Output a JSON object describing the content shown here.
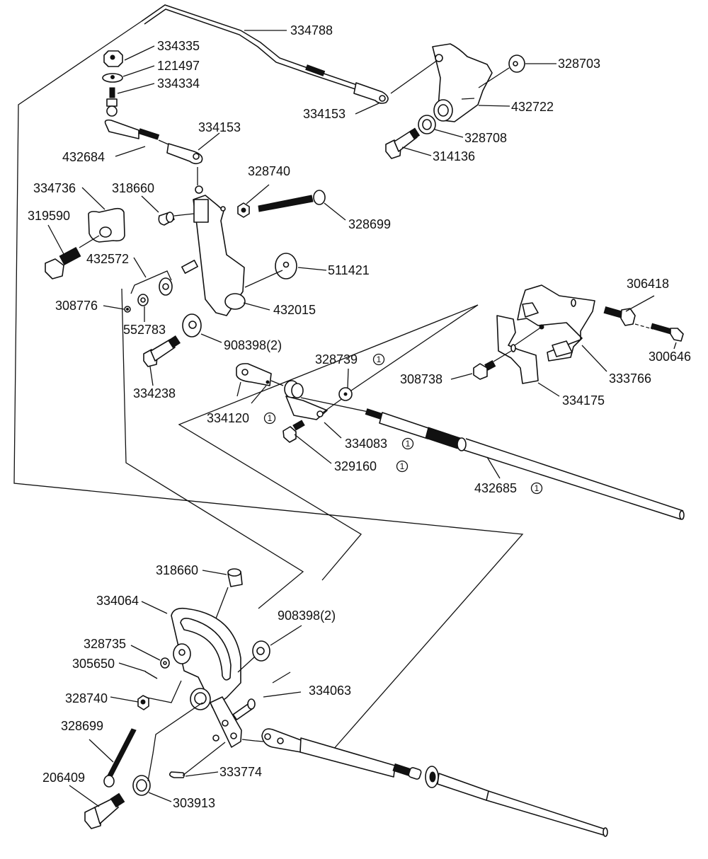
{
  "diagram": {
    "type": "exploded-parts-diagram",
    "footnote_symbol": "1",
    "labels": [
      {
        "id": "p334788",
        "text": "334788"
      },
      {
        "id": "p334335",
        "text": "334335"
      },
      {
        "id": "p121497",
        "text": "121497"
      },
      {
        "id": "p334334",
        "text": "334334"
      },
      {
        "id": "p334153a",
        "text": "334153"
      },
      {
        "id": "p334153b",
        "text": "334153"
      },
      {
        "id": "p432684",
        "text": "432684"
      },
      {
        "id": "p328703",
        "text": "328703"
      },
      {
        "id": "p432722",
        "text": "432722"
      },
      {
        "id": "p328708",
        "text": "328708"
      },
      {
        "id": "p314136",
        "text": "314136"
      },
      {
        "id": "p328740a",
        "text": "328740"
      },
      {
        "id": "p334736",
        "text": "334736"
      },
      {
        "id": "p318660a",
        "text": "318660"
      },
      {
        "id": "p319590",
        "text": "319590"
      },
      {
        "id": "p328699a",
        "text": "328699"
      },
      {
        "id": "p432572",
        "text": "432572"
      },
      {
        "id": "p511421",
        "text": "511421"
      },
      {
        "id": "p308776",
        "text": "308776"
      },
      {
        "id": "p432015",
        "text": "432015"
      },
      {
        "id": "p552783",
        "text": "552783"
      },
      {
        "id": "p908398a",
        "text": "908398(2)"
      },
      {
        "id": "p334238",
        "text": "334238"
      },
      {
        "id": "p306418",
        "text": "306418"
      },
      {
        "id": "p300646",
        "text": "300646"
      },
      {
        "id": "p328739",
        "text": "328739",
        "footnote": true
      },
      {
        "id": "p308738",
        "text": "308738"
      },
      {
        "id": "p333766",
        "text": "333766"
      },
      {
        "id": "p334175",
        "text": "334175"
      },
      {
        "id": "p334120",
        "text": "334120",
        "footnote": true
      },
      {
        "id": "p334083",
        "text": "334083",
        "footnote": true
      },
      {
        "id": "p329160",
        "text": "329160",
        "footnote": true
      },
      {
        "id": "p432685",
        "text": "432685",
        "footnote": true
      },
      {
        "id": "p318660b",
        "text": "318660"
      },
      {
        "id": "p334064",
        "text": "334064"
      },
      {
        "id": "p908398b",
        "text": "908398(2)"
      },
      {
        "id": "p328735",
        "text": "328735"
      },
      {
        "id": "p305650",
        "text": "305650"
      },
      {
        "id": "p334063",
        "text": "334063"
      },
      {
        "id": "p328740b",
        "text": "328740"
      },
      {
        "id": "p328699b",
        "text": "328699"
      },
      {
        "id": "p333774",
        "text": "333774"
      },
      {
        "id": "p206409",
        "text": "206409"
      },
      {
        "id": "p303913",
        "text": "303913"
      }
    ]
  }
}
